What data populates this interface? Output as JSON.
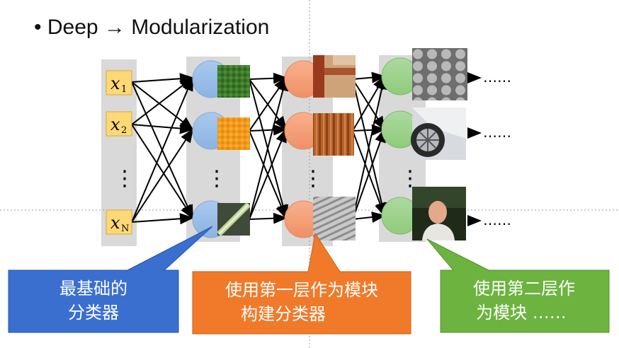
{
  "slide": {
    "title": "• Deep → Modularization"
  },
  "inputs": {
    "x1_base": "x",
    "x1_sub": "1",
    "x2_base": "x",
    "x2_sub": "2",
    "xn_base": "x",
    "xn_sub": "N",
    "dots": "⋮"
  },
  "callouts": [
    {
      "line1": "最基础的",
      "line2": "分类器",
      "color": "#3a6fd0"
    },
    {
      "line1": "使用第一层作为模块",
      "line2": "构建分类器",
      "color": "#f07a2a"
    },
    {
      "line1": "使用第二层作",
      "line2": "为模块 ……",
      "color": "#6db33f"
    }
  ],
  "outputs_ellipsis": "……",
  "colors": {
    "input_box": "#ffd877",
    "layer1": "#9cc0e8",
    "layer2": "#f5a27c",
    "layer3": "#9ed38a",
    "column_bg": "#d9d9d9"
  }
}
